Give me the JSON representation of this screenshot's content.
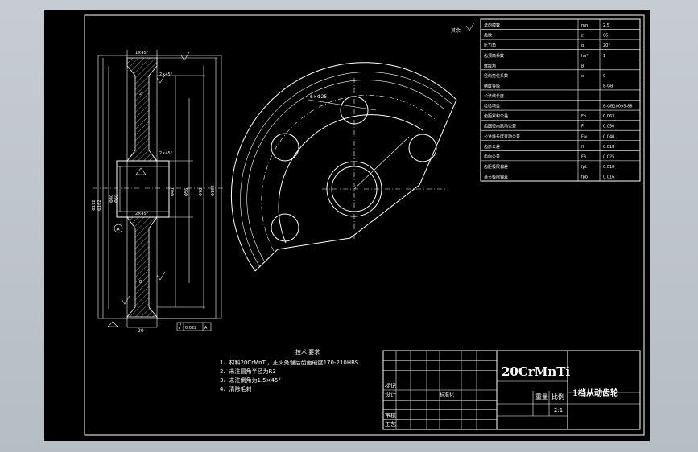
{
  "tech_requirements": {
    "heading": "技术 要求",
    "items": [
      "1、材料20CrMnTi，正火处理后齿面硬度170-210HBS",
      "2、未注圆角半径为R3",
      "3、未注倒角为1.5×45°",
      "4、清除毛刺"
    ]
  },
  "roughness_note": "其余",
  "section": {
    "top_chamfer": "1×45°",
    "chamfer2": "2×45°",
    "chamfer2b": "2×45°",
    "chamfer_mid": "2×45°",
    "datum_a": "A",
    "width": "20",
    "tolerance_value": "0.022",
    "tolerance_datum": "A",
    "dia1": "Φ172",
    "dia2": "Φ162",
    "dia3": "Φ40",
    "dia4": "Φ56",
    "dia5": "Φ70",
    "dia6": "Φ152",
    "bore1": "Φ40",
    "bore2": "Φ50",
    "dim2": "2",
    "dim8": "8"
  },
  "front": {
    "holes_label": "6×Φ25"
  },
  "param_table": {
    "rows": [
      {
        "name": "法向模数",
        "sym": "mn",
        "val": "2.5"
      },
      {
        "name": "齿数",
        "sym": "z",
        "val": "66"
      },
      {
        "name": "压力角",
        "sym": "α",
        "val": "20°"
      },
      {
        "name": "齿顶高系数",
        "sym": "ha*",
        "val": "1"
      },
      {
        "name": "螺旋角",
        "sym": "β",
        "val": ""
      },
      {
        "name": "径向变位系数",
        "sym": "x",
        "val": "0"
      },
      {
        "name": "精度等级",
        "sym": "",
        "val": "8-GB"
      },
      {
        "name": "公法线长度",
        "sym": "",
        "val": ""
      },
      {
        "name": "检验项目",
        "sym": "",
        "val": "8-GB10095-88"
      },
      {
        "name": "齿距累积公差",
        "sym": "Fp",
        "val": "0.063"
      },
      {
        "name": "齿圈径向跳动公差",
        "sym": "Fr",
        "val": "0.050"
      },
      {
        "name": "公法线长度变动公差",
        "sym": "Fw",
        "val": "0.040"
      },
      {
        "name": "齿形公差",
        "sym": "ff",
        "val": "0.018"
      },
      {
        "name": "齿向公差",
        "sym": "Fβ",
        "val": "0.025"
      },
      {
        "name": "齿距极限偏差",
        "sym": "fpt",
        "val": "0.018"
      },
      {
        "name": "基节极限偏差",
        "sym": "fpb",
        "val": "0.016"
      }
    ]
  },
  "title_block": {
    "material": "20CrMnTi",
    "part_name": "1档从动齿轮",
    "mark_label": "标记",
    "design_label": "设计",
    "std_label": "标准化",
    "check_label": "审核",
    "process_label": "工艺",
    "weight_label": "重量",
    "scale_label": "比例",
    "scale_value": "2:1"
  }
}
